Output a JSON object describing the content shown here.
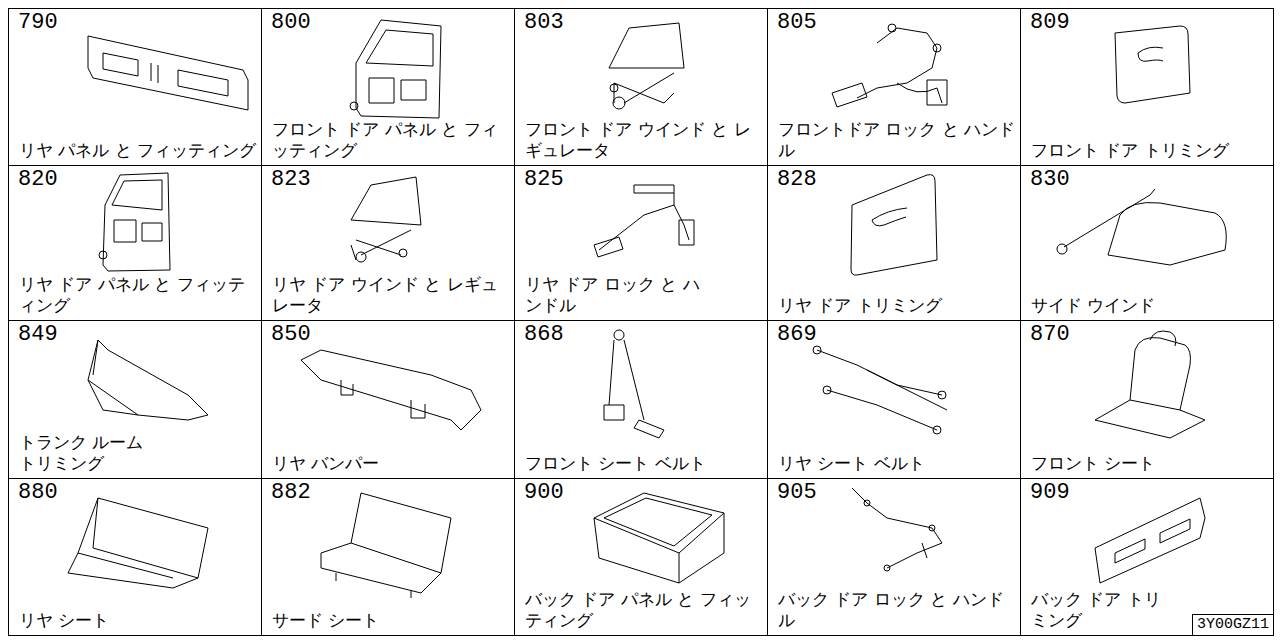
{
  "diagram": {
    "nodes": [
      {
        "text": [
          "790",
          "リヤ パネル と フィッティング"
        ]
      },
      {
        "text": [
          "800",
          "フロント ドア パネル と フィッティング"
        ]
      },
      {
        "text": [
          "803",
          "フロント ドア ウインド と レギュレータ"
        ]
      },
      {
        "text": [
          "805",
          "フロントドア ロック と ハンドル"
        ]
      },
      {
        "text": [
          "809",
          "フロント ドア トリミング"
        ]
      },
      {
        "text": [
          "820",
          "リヤ ドア パネル と フィッティング"
        ]
      },
      {
        "text": [
          "823",
          "リヤ ドア ウインド と レギュレータ"
        ]
      },
      {
        "text": [
          "825",
          "リヤ ドア ロック と ハンドル"
        ]
      },
      {
        "text": [
          "828",
          "リヤ ドア トリミング"
        ]
      },
      {
        "text": [
          "830",
          "サイド ウインド"
        ]
      },
      {
        "text": [
          "849",
          "トランク ルーム トリミング"
        ]
      },
      {
        "text": [
          "850",
          "リヤ バンパー"
        ]
      },
      {
        "text": [
          "868",
          "フロント シート ベルト"
        ]
      },
      {
        "text": [
          "869",
          "リヤ シート ベルト"
        ]
      },
      {
        "text": [
          "870",
          "フロント シート"
        ]
      },
      {
        "text": [
          "880",
          "リヤ シート"
        ]
      },
      {
        "text": [
          "882",
          "サード シート"
        ]
      },
      {
        "text": [
          "900",
          "バック ドア パネル と フィッティング"
        ]
      },
      {
        "text": [
          "905",
          "バック ドア ロック と ハンドル"
        ]
      },
      {
        "text": [
          "909",
          "バック ドア トリミング"
        ]
      },
      {
        "text": [
          "3Y00GZ11"
        ],
        "in": 19
      }
    ]
  }
}
